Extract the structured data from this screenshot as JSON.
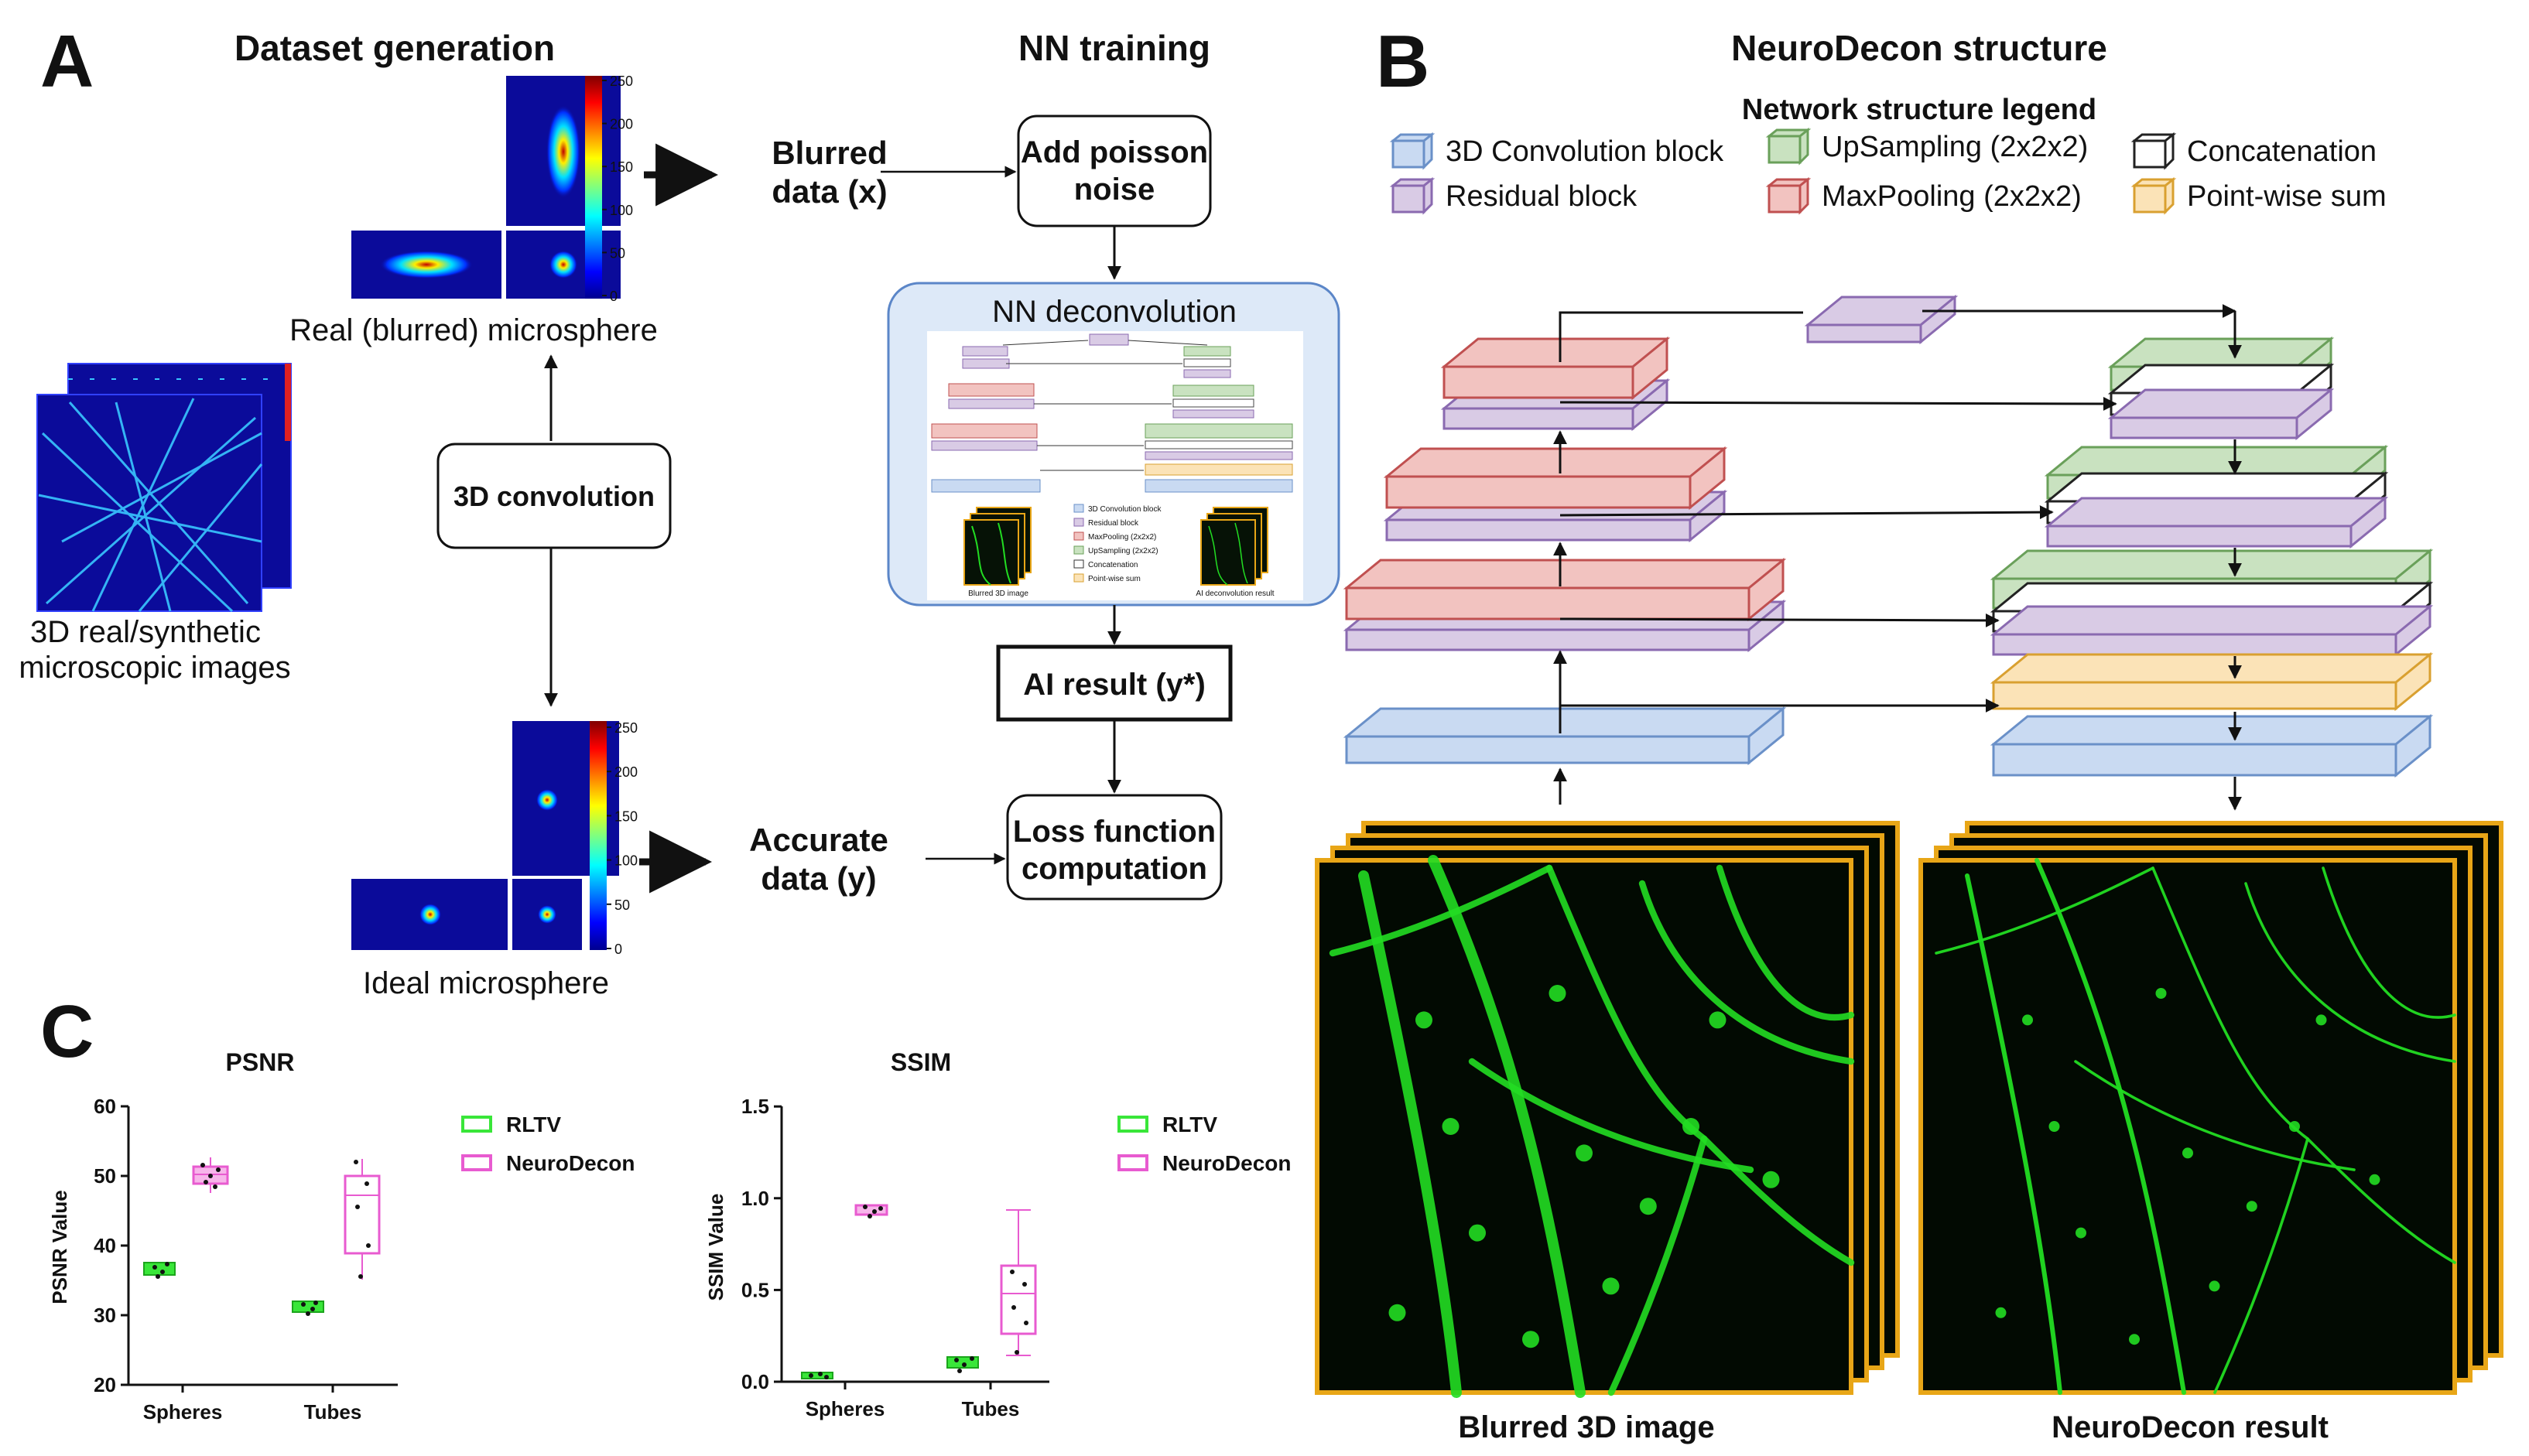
{
  "panels": {
    "a": {
      "letter": "A",
      "dataset_title": "Dataset generation",
      "nn_title": "NN training",
      "real_caption": "Real (blurred) microsphere",
      "ideal_caption": "Ideal microsphere",
      "images_caption_line1": "3D real/synthetic",
      "images_caption_line2": "microscopic images",
      "conv_label": "3D convolution",
      "colorbar_ticks": [
        "0",
        "50",
        "100",
        "150",
        "200",
        "250"
      ],
      "blurred_line1": "Blurred",
      "blurred_line2": "data (x)",
      "accurate_line1": "Accurate",
      "accurate_line2": "data (y)",
      "poisson_line1": "Add poisson",
      "poisson_line2": "noise",
      "nn_deconv": "NN deconvolution",
      "ai_result": "AI result (y*)",
      "loss_line1": "Loss function",
      "loss_line2": "computation",
      "mini_legend": [
        "3D Convolution block",
        "Residual block",
        "MaxPooling (2x2x2)",
        "UpSampling (2x2x2)",
        "Concatenation",
        "Point-wise sum"
      ],
      "mini_blurred": "Blurred 3D image",
      "mini_result": "AI deconvolution result"
    },
    "b": {
      "letter": "B",
      "title": "NeuroDecon structure",
      "legend_title": "Network structure legend",
      "legend": [
        {
          "label": "3D Convolution block",
          "color": "#c9daf2"
        },
        {
          "label": "Residual block",
          "color": "#d9cbe5"
        },
        {
          "label": "UpSampling (2x2x2)",
          "color": "#c9e2c0"
        },
        {
          "label": "MaxPooling (2x2x2)",
          "color": "#f2c3c0"
        },
        {
          "label": "Concatenation",
          "color": "#ffffff"
        },
        {
          "label": "Point-wise sum",
          "color": "#fbe3b7"
        }
      ],
      "input_caption": "Blurred 3D image",
      "output_caption": "NeuroDecon result"
    },
    "c": {
      "letter": "C",
      "psnr": {
        "title": "PSNR",
        "ylabel": "PSNR Value",
        "yticks": [
          "20",
          "30",
          "40",
          "50",
          "60"
        ],
        "categories": [
          "Spheres",
          "Tubes"
        ],
        "legend": [
          "RLTV",
          "NeuroDecon"
        ]
      },
      "ssim": {
        "title": "SSIM",
        "ylabel": "SSIM Value",
        "yticks": [
          "0.0",
          "0.5",
          "1.0",
          "1.5"
        ],
        "categories": [
          "Spheres",
          "Tubes"
        ],
        "legend": [
          "RLTV",
          "NeuroDecon"
        ]
      }
    }
  },
  "colors": {
    "rltv": "#39e639",
    "neurodecon": "#e85bd0",
    "neuron": "#22dd22",
    "frame": "#e8a617",
    "jet_bg": "#0b0b9a"
  }
}
